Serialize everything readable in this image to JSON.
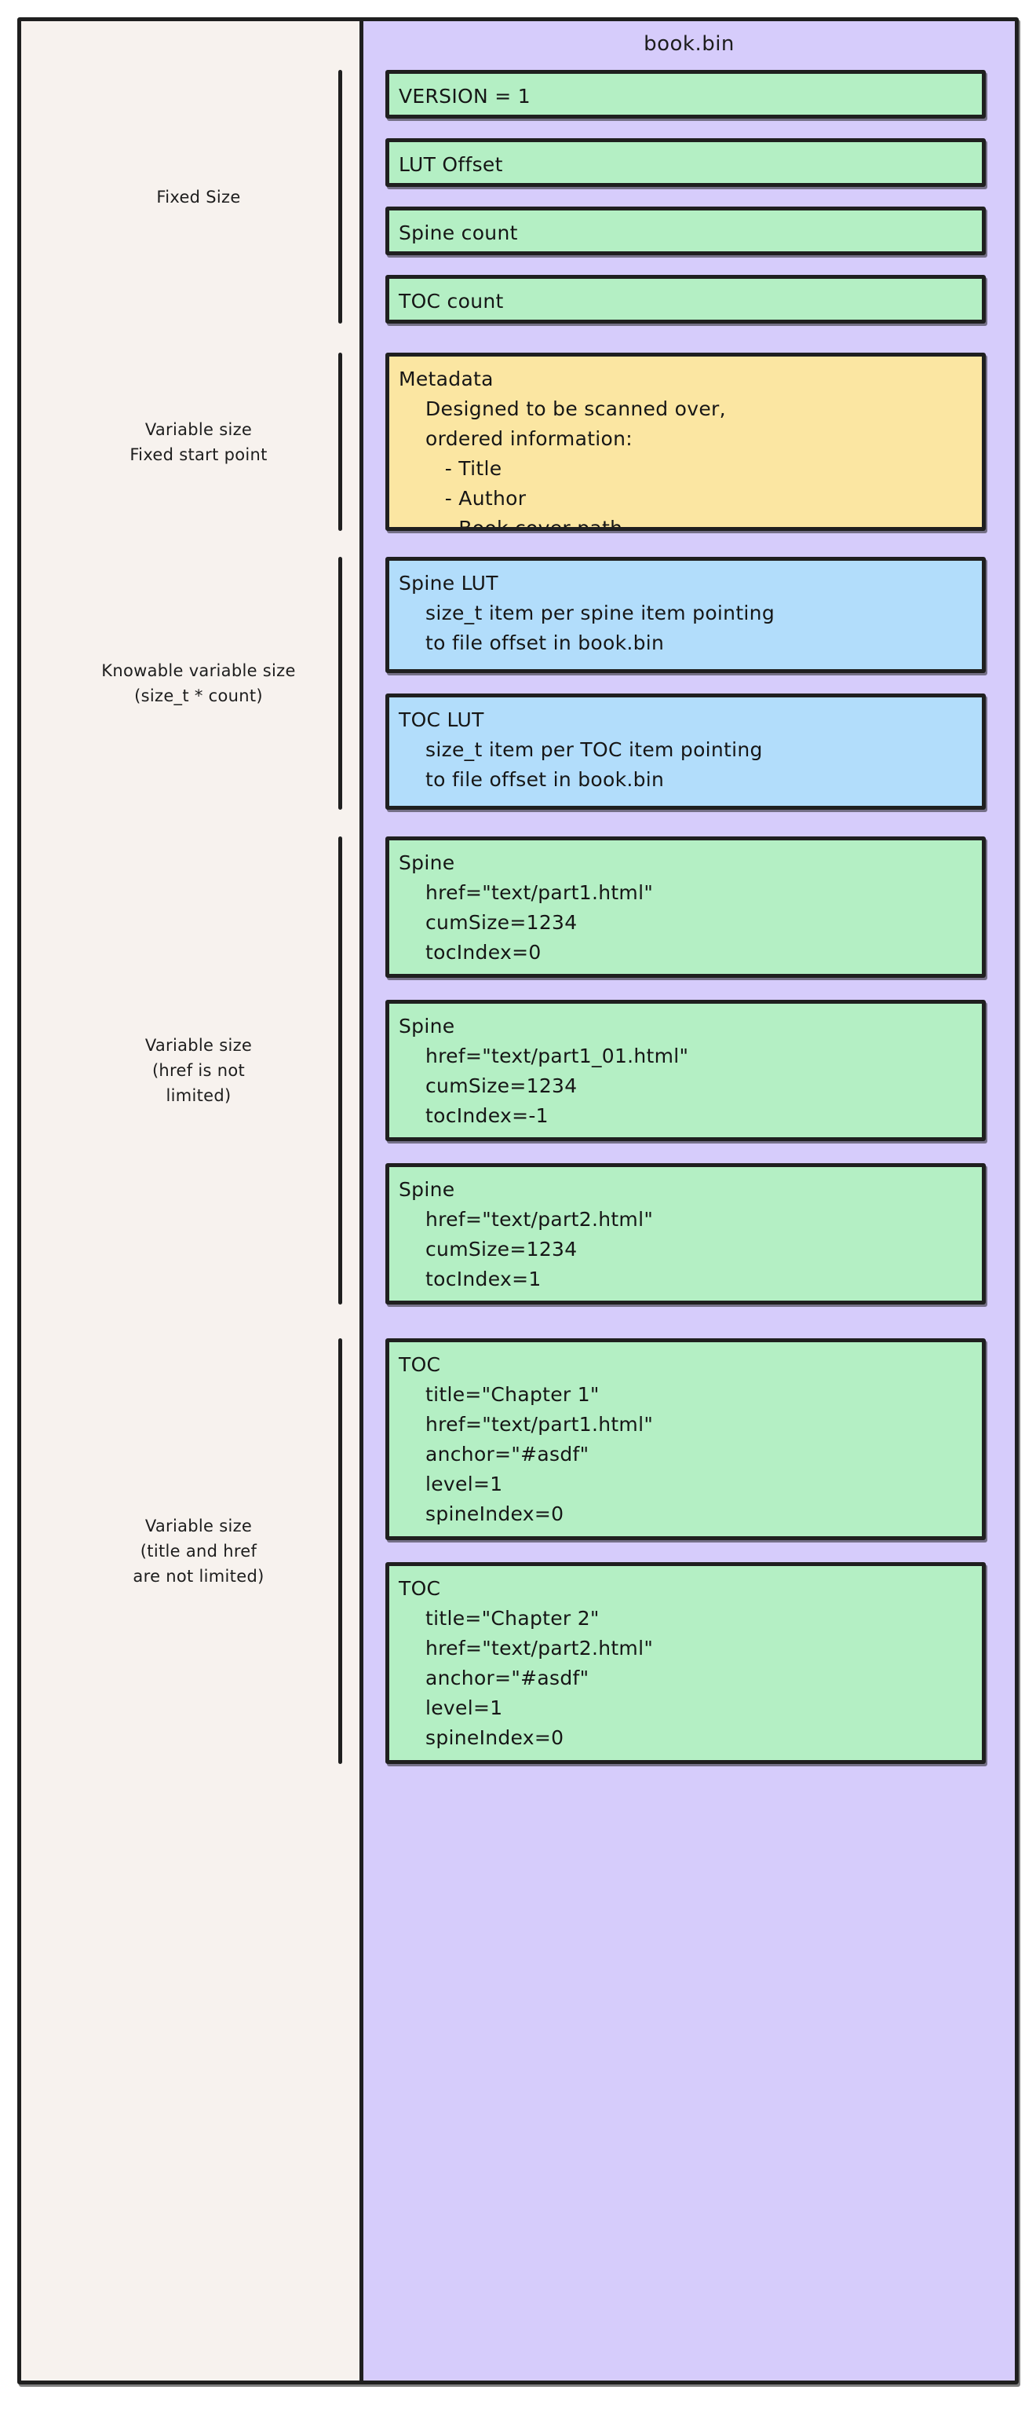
{
  "diagram": {
    "file_title": "book.bin",
    "colors": {
      "left_panel_bg": "#f7f2ee",
      "file_panel_bg": "#d6ccfb",
      "green_box": "#b4efc4",
      "yellow_box": "#fbe6a2",
      "blue_box": "#b2ddfb",
      "stroke": "#1f1f1f"
    },
    "annotations": [
      {
        "id": "fixed-size",
        "text": "Fixed Size"
      },
      {
        "id": "variable-fixed-start",
        "text": "Variable size\nFixed start point"
      },
      {
        "id": "knowable-variable",
        "text": "Knowable variable size\n(size_t * count)"
      },
      {
        "id": "variable-href",
        "text": "Variable size\n(href is not\nlimited)"
      },
      {
        "id": "variable-title-href",
        "text": "Variable size\n(title and href\nare not limited)"
      }
    ],
    "records": [
      {
        "id": "version",
        "color": "green",
        "title": "VERSION = 1",
        "lines": []
      },
      {
        "id": "lut-offset",
        "color": "green",
        "title": "LUT Offset",
        "lines": []
      },
      {
        "id": "spine-count",
        "color": "green",
        "title": "Spine count",
        "lines": []
      },
      {
        "id": "toc-count",
        "color": "green",
        "title": "TOC count",
        "lines": []
      },
      {
        "id": "metadata",
        "color": "yellow",
        "title": "Metadata",
        "lines": [
          "Designed to be scanned over,",
          "ordered information:",
          "   - Title",
          "   - Author",
          "   - Book cover path"
        ]
      },
      {
        "id": "spine-lut",
        "color": "blue",
        "title": "Spine LUT",
        "lines": [
          "size_t item per spine item pointing",
          "to file offset in book.bin"
        ]
      },
      {
        "id": "toc-lut",
        "color": "blue",
        "title": "TOC LUT",
        "lines": [
          "size_t item per TOC item pointing",
          "to file offset in book.bin"
        ]
      },
      {
        "id": "spine-1",
        "color": "green",
        "title": "Spine",
        "lines": [
          "href=\"text/part1.html\"",
          "cumSize=1234",
          "tocIndex=0"
        ]
      },
      {
        "id": "spine-2",
        "color": "green",
        "title": "Spine",
        "lines": [
          "href=\"text/part1_01.html\"",
          "cumSize=1234",
          "tocIndex=-1"
        ]
      },
      {
        "id": "spine-3",
        "color": "green",
        "title": "Spine",
        "lines": [
          "href=\"text/part2.html\"",
          "cumSize=1234",
          "tocIndex=1"
        ]
      },
      {
        "id": "toc-1",
        "color": "green",
        "title": "TOC",
        "lines": [
          "title=\"Chapter 1\"",
          "href=\"text/part1.html\"",
          "anchor=\"#asdf\"",
          "level=1",
          "spineIndex=0"
        ]
      },
      {
        "id": "toc-2",
        "color": "green",
        "title": "TOC",
        "lines": [
          "title=\"Chapter 2\"",
          "href=\"text/part2.html\"",
          "anchor=\"#asdf\"",
          "level=1",
          "spineIndex=0"
        ]
      }
    ]
  }
}
